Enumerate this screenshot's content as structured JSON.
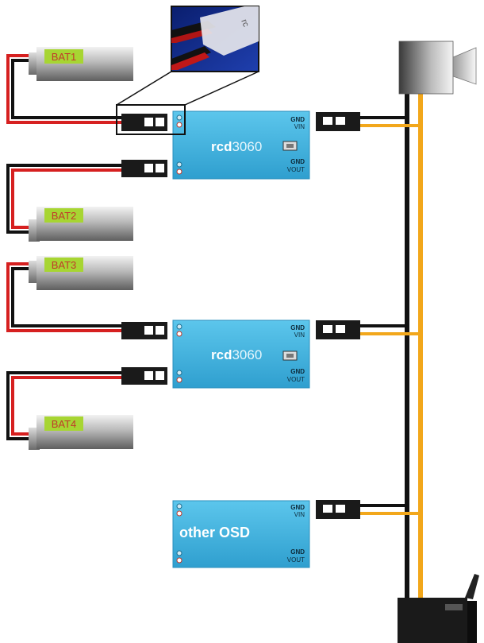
{
  "batteries": [
    {
      "label": "BAT1"
    },
    {
      "label": "BAT2"
    },
    {
      "label": "BAT3"
    },
    {
      "label": "BAT4"
    }
  ],
  "modules": [
    {
      "brand_bold": "rcd",
      "brand_light": "3060",
      "pin_top_1": "GND",
      "pin_top_2": "VIN",
      "pin_bot_1": "GND",
      "pin_bot_2": "VOUT"
    },
    {
      "brand_bold": "rcd",
      "brand_light": "3060",
      "pin_top_1": "GND",
      "pin_top_2": "VIN",
      "pin_bot_1": "GND",
      "pin_bot_2": "VOUT"
    },
    {
      "brand_bold": "other OSD",
      "brand_light": "",
      "pin_top_1": "GND",
      "pin_top_2": "VIN",
      "pin_bot_1": "GND",
      "pin_bot_2": "VOUT"
    }
  ],
  "inset": {
    "cable_print": "rc"
  },
  "colors": {
    "module_blue": "#3fb4e0",
    "battery_label_bg": "#a7d532",
    "battery_label_text": "#c0392b",
    "wire_red": "#d62020",
    "wire_black": "#111111",
    "wire_yellow": "#f2a71b",
    "connector": "#1a1a1a"
  },
  "icons": {
    "camera": "camera-icon",
    "transmitter": "video-transmitter-icon"
  }
}
